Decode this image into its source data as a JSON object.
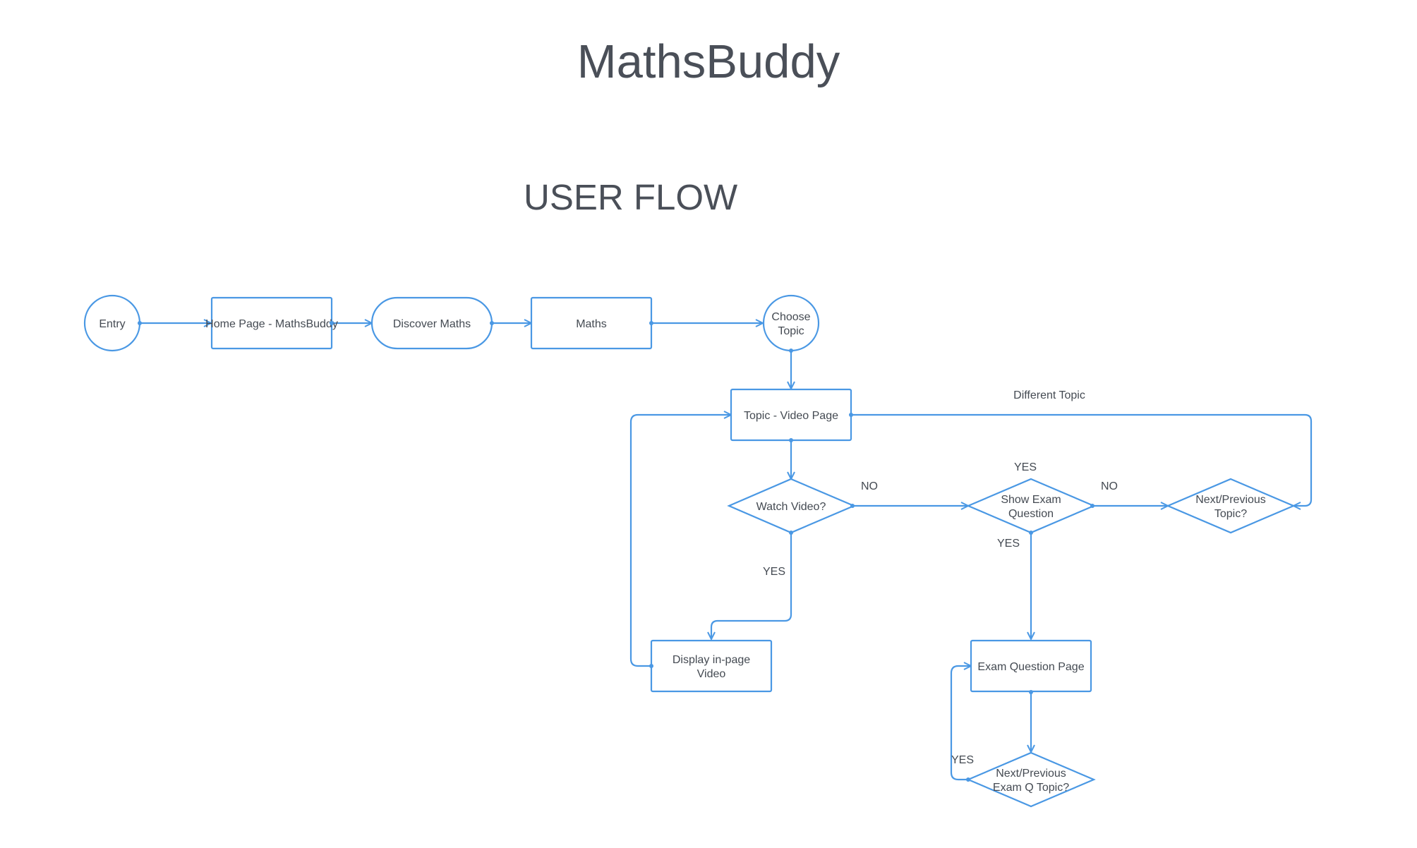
{
  "header": {
    "title": "MathsBuddy",
    "subtitle": "USER FLOW"
  },
  "colors": {
    "stroke": "#4a98e4",
    "text": "#444a52",
    "heading": "#4a4f58"
  },
  "nodes": {
    "entry": "Entry",
    "home_page": "Home Page - MathsBuddy",
    "discover_maths": "Discover Maths",
    "maths": "Maths",
    "choose_topic": [
      "Choose",
      "Topic"
    ],
    "topic_video_page": "Topic - Video Page",
    "watch_video": "Watch Video?",
    "show_exam_question": [
      "Show Exam",
      "Question"
    ],
    "next_previous_topic": [
      "Next/Previous",
      "Topic?"
    ],
    "display_video": [
      "Display in-page",
      "Video"
    ],
    "exam_question_page": "Exam Question Page",
    "next_previous_exam": [
      "Next/Previous",
      "Exam Q Topic?"
    ]
  },
  "edge_labels": {
    "different_topic": "Different Topic",
    "watch_no": "NO",
    "watch_yes": "YES",
    "exam_top_yes": "YES",
    "exam_no": "NO",
    "exam_yes": "YES",
    "loop_yes": "YES"
  }
}
